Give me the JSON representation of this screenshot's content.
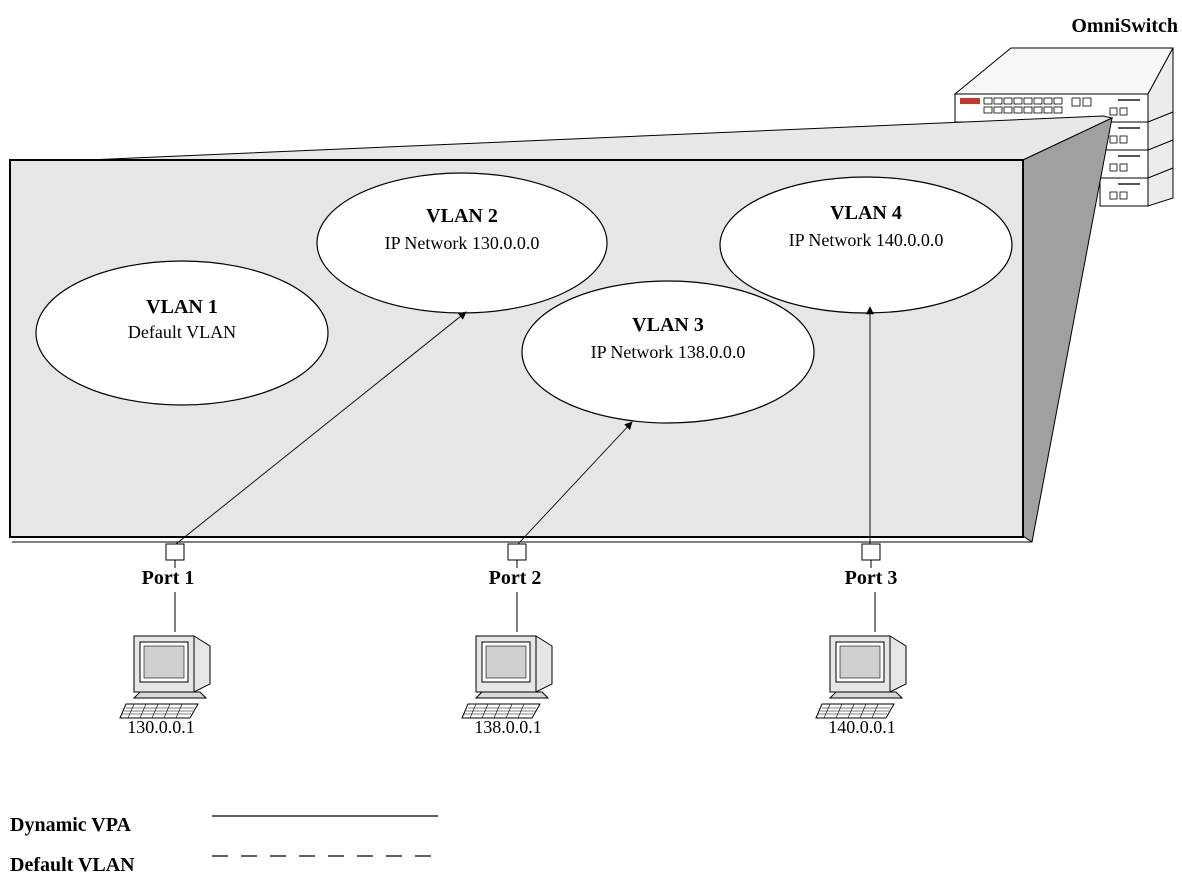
{
  "switch": {
    "label": "OmniSwitch"
  },
  "vlans": [
    {
      "title": "VLAN 1",
      "subtitle": "Default VLAN"
    },
    {
      "title": "VLAN 2",
      "subtitle": "IP Network 130.0.0.0"
    },
    {
      "title": "VLAN 3",
      "subtitle": "IP Network 138.0.0.0"
    },
    {
      "title": "VLAN 4",
      "subtitle": "IP Network 140.0.0.0"
    }
  ],
  "ports": [
    {
      "label": "Port 1",
      "address": "130.0.0.1"
    },
    {
      "label": "Port 2",
      "address": "138.0.0.1"
    },
    {
      "label": "Port 3",
      "address": "140.0.0.1"
    }
  ],
  "legend": [
    {
      "label": "Dynamic VPA",
      "style": "solid"
    },
    {
      "label": "Default VLAN",
      "style": "dashed"
    }
  ]
}
